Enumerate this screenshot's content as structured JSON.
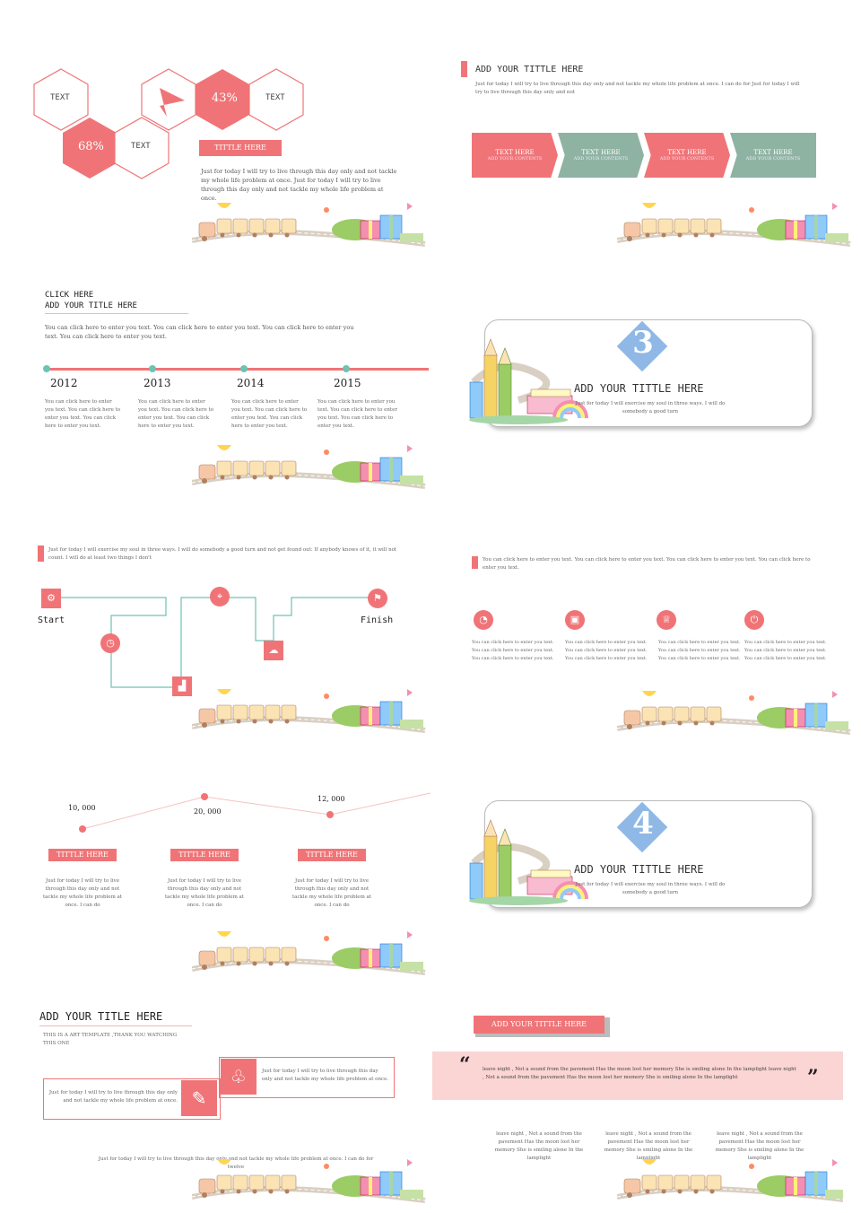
{
  "s1": {
    "hex_text_1": "TEXT",
    "hex_pct_1": "68%",
    "hex_text_2": "TEXT",
    "hex_pct_2": "43%",
    "hex_text_3": "TEXT",
    "pill": "TITTLE HERE",
    "body": "Just for today I will try to live through this day only and not tackle my whole life problem at once. Just for today I will try to live through this day only and not tackle my whole life problem at once."
  },
  "s2": {
    "title": "ADD YOUR TITTLE HERE",
    "body": "Just for today I will try to live through this day only and not tackle my whole life problem at once. I can do for Just for today I will try to live through this day only and not",
    "arrows": [
      {
        "line1": "TEXT HERE",
        "line2": "ADD YOUR CONTENTS",
        "color": "#f07477"
      },
      {
        "line1": "TEXT HERE",
        "line2": "ADD YOUR CONTENTS",
        "color": "#8fb3a2"
      },
      {
        "line1": "TEXT HERE",
        "line2": "ADD YOUR CONTENTS",
        "color": "#f07477"
      },
      {
        "line1": "TEXT HERE",
        "line2": "ADD YOUR CONTENTS",
        "color": "#8fb3a2"
      }
    ]
  },
  "s3": {
    "title1": "CLICK  HERE",
    "title2": "ADD  YOUR TITLE HERE",
    "body": "You can click here to enter you text. You can click here to enter you text. You can click here to enter you text. You can click here to enter you text.",
    "years": [
      {
        "year": "2012",
        "text": "You can click here to enter you text. You can click here to enter you text. You can click here to enter you text."
      },
      {
        "year": "2013",
        "text": "You can click here to enter you text. You can click here to enter you text. You can click here to enter you text."
      },
      {
        "year": "2014",
        "text": "You can click here to enter you text. You can click here to enter you text. You can click here to enter you text."
      },
      {
        "year": "2015",
        "text": "You can click here to enter you text. You can click here to enter you text. You can click here to enter you text."
      }
    ]
  },
  "s4": {
    "number": "3",
    "title": "ADD YOUR TITTLE HERE",
    "body": "Just for today I will exercise my soul in three ways. I will do somebody a good turn"
  },
  "s5": {
    "body": "Just for today I will exercise my soul in three ways. I will do somebody a good turn and not get found out: If anybody knows of it, it will not count. I will do at least two things I don't",
    "start": "Start",
    "finish": "Finish"
  },
  "s6": {
    "body": "You can click here to enter you text. You can click here to enter you text. You can click here to enter you text. You can click here to enter you text.",
    "items": [
      {
        "icon": "◔",
        "text": "You can click here to enter you text. You can click here to enter you text. You can click here to enter you text."
      },
      {
        "icon": "▣",
        "text": "You can click here to enter you text. You can click here to enter you text. You can click here to enter you text."
      },
      {
        "icon": "♕",
        "text": "You can click here to enter you text. You can click here to enter you text. You can click here to enter you text."
      },
      {
        "icon": "⏻",
        "text": "You can click here to enter you text. You can click here to enter you text. You can click here to enter you text."
      }
    ]
  },
  "s7": {
    "items": [
      {
        "value": "10, 000",
        "title": "TITTLE HERE",
        "text": "Just for today I will try to live through this day only and not tackle my whole life problem at once. I can do"
      },
      {
        "value": "20, 000",
        "title": "TITTLE HERE",
        "text": "Just for today I will try to live through this day only and not tackle my whole life problem at once. I can do"
      },
      {
        "value": "12, 000",
        "title": "TITTLE HERE",
        "text": "Just for today I will try to live through this day only and not tackle my whole life problem at once. I can do"
      }
    ]
  },
  "s8": {
    "number": "4",
    "title": "ADD YOUR TITTLE HERE",
    "body": "Just for today I will exercise my soul in three ways. I will do somebody a good turn"
  },
  "s9": {
    "title": "ADD YOUR TITLE HERE",
    "subtitle": "THIS IS A ART TEMPLATE ,THANK YOU WATCHING THIS ONE",
    "box1": "Just for today I will try to live through this day only and not tackle my whole life problem at once.",
    "box2": "Just for today I will try to live through this day only and not tackle my whole life problem at once.",
    "bottom": "Just for today I will try to live through this day only and not tackle my whole life problem at once. I can do for twelve"
  },
  "s10": {
    "pill": "ADD YOUR TITTLE HERE",
    "quote": "leave night , Not a sound from the pavement Has the moon lost her memory She is smiling alone In the lamplight  leave night , Not a sound from the pavement Has the moon lost her memory She is smiling alone In the lamplight",
    "cols": [
      "leave night , Not a sound from the pavement Has the moon lost her memory She is smiling alone In the lamplight",
      "leave night , Not a sound from the pavement Has the moon lost her memory She is smiling alone In the lamplight",
      "leave night , Not a sound from the pavement Has the moon lost her memory She is smiling alone In the lamplight"
    ]
  }
}
